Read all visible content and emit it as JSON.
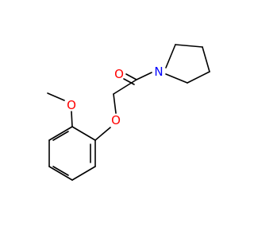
{
  "molecule": {
    "atoms": [
      {
        "id": "o-ketone",
        "symbol": "O",
        "color": "#ff0000"
      },
      {
        "id": "n-pyrrolidine",
        "symbol": "N",
        "color": "#0000ff"
      },
      {
        "id": "o-ether",
        "symbol": "O",
        "color": "#ff0000"
      },
      {
        "id": "o-methoxy",
        "symbol": "O",
        "color": "#ff0000"
      }
    ],
    "bond_color": "#000000",
    "background": "#ffffff"
  }
}
